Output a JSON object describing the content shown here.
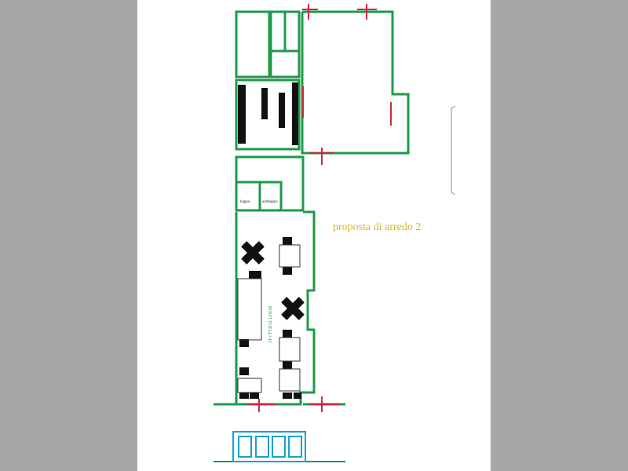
{
  "title": "proposta di arredo 2",
  "rooms": {
    "bathroom": "bagno",
    "antebathroom": "antibagno"
  },
  "seating_label": "POSTI TOTALI 42",
  "colors": {
    "wall": "#1e9a4a",
    "opening": "#d0263a",
    "label": "#e0b21a",
    "outdoor": "#1aa0d0",
    "furniture": "#111111"
  }
}
